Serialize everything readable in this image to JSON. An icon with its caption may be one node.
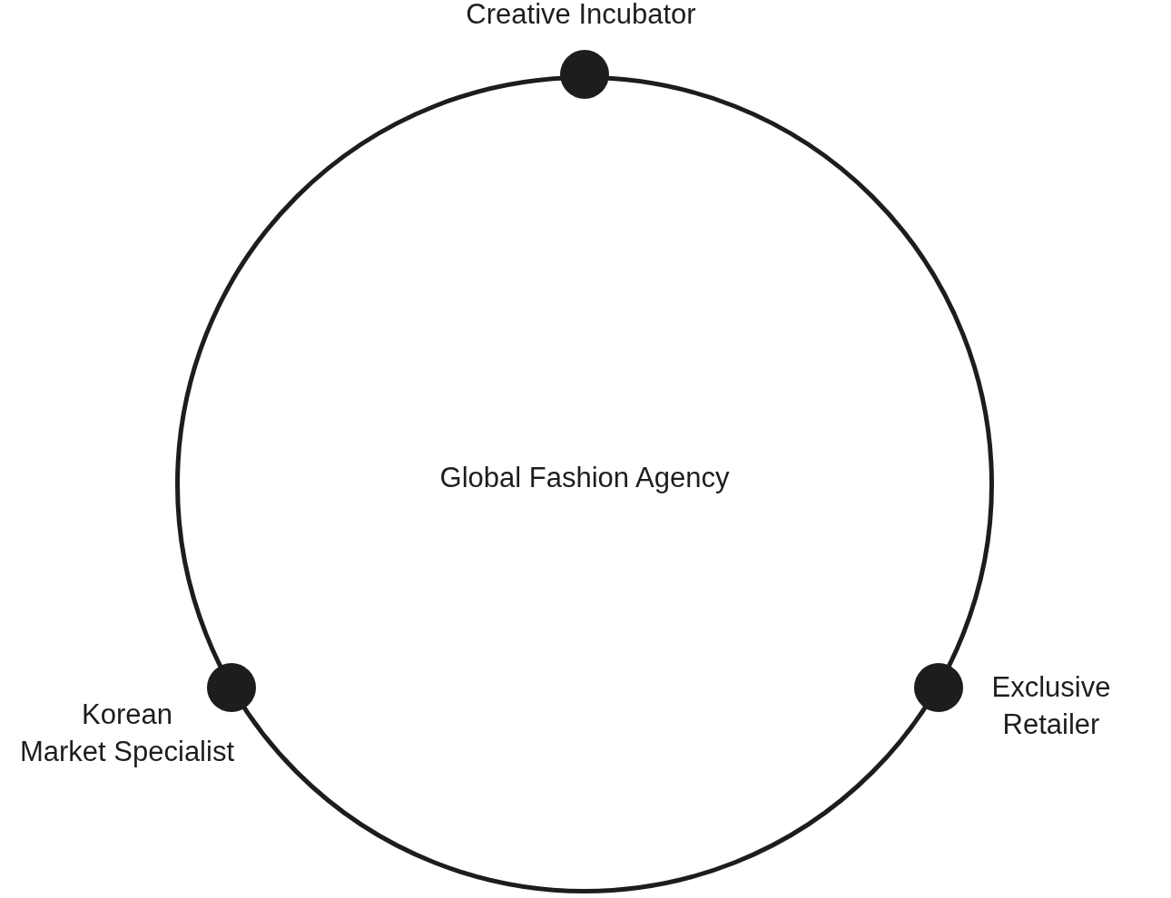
{
  "diagram": {
    "nodes": [
      {
        "text": [
          "Creative Incubator"
        ]
      },
      {
        "text": [
          "Global Fashion Agency"
        ]
      },
      {
        "text": [
          "Korean Market Specialist"
        ]
      },
      {
        "text": [
          "Exclusive Retailer"
        ]
      }
    ],
    "edges": []
  }
}
